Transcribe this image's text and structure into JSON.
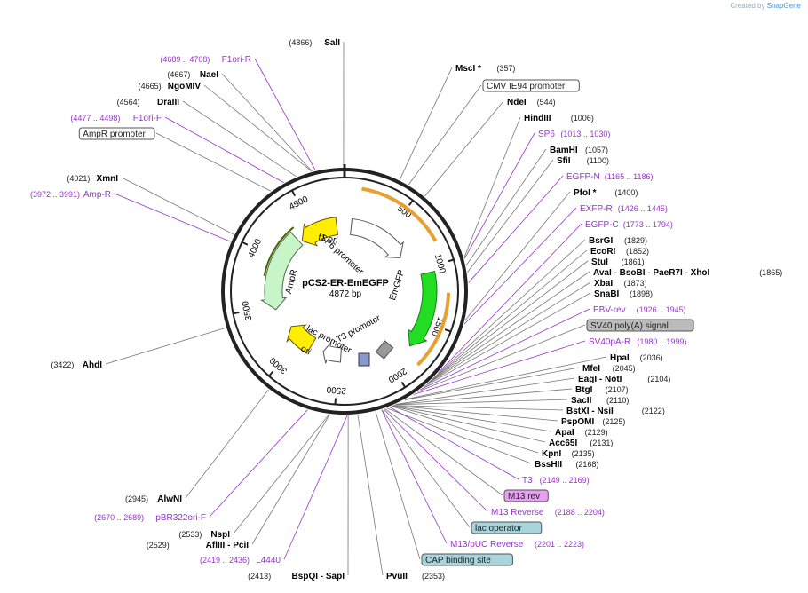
{
  "credit": {
    "prefix": "Created by",
    "brand": "SnapGene"
  },
  "plasmid": {
    "name": "pCS2-ER-EmEGFP",
    "size": "4872 bp"
  },
  "ruler": [
    "500",
    "1000",
    "1500",
    "2000",
    "2500",
    "3000",
    "3500",
    "4000",
    "4500"
  ],
  "features": [
    {
      "label": "SP6 promoter",
      "color": "#ffffff"
    },
    {
      "label": "EmGFP",
      "color": "#22dd22"
    },
    {
      "label": "T3 promoter",
      "color": "#ffffff"
    },
    {
      "label": "lac promoter",
      "color": "#ffffff"
    },
    {
      "label": "ori",
      "color": "#ffee00"
    },
    {
      "label": "AmpR",
      "color": "#c8f5c8"
    },
    {
      "label": "f1 ori",
      "color": "#ffee00"
    }
  ],
  "right_labels": [
    {
      "text": "MscI *",
      "pos": "(357)",
      "kind": "site"
    },
    {
      "text": "CMV IE94 promoter",
      "kind": "box"
    },
    {
      "text": "NdeI",
      "pos": "(544)",
      "kind": "site"
    },
    {
      "text": "HindIII",
      "pos": "(1006)",
      "kind": "site"
    },
    {
      "text": "SP6",
      "pos": "(1013 .. 1030)",
      "kind": "primer"
    },
    {
      "text": "BamHI",
      "pos": "(1057)",
      "kind": "site"
    },
    {
      "text": "SfiI",
      "pos": "(1100)",
      "kind": "site"
    },
    {
      "text": "EGFP-N",
      "pos": "(1165 .. 1186)",
      "kind": "primer"
    },
    {
      "text": "PfoI *",
      "pos": "(1400)",
      "kind": "site"
    },
    {
      "text": "EXFP-R",
      "pos": "(1426 .. 1445)",
      "kind": "primer"
    },
    {
      "text": "EGFP-C",
      "pos": "(1773 .. 1794)",
      "kind": "primer"
    },
    {
      "text": "BsrGI",
      "pos": "(1829)",
      "kind": "site"
    },
    {
      "text": "EcoRI",
      "pos": "(1852)",
      "kind": "site"
    },
    {
      "text": "StuI",
      "pos": "(1861)",
      "kind": "site"
    },
    {
      "text": "AvaI - BsoBI - PaeR7I - XhoI",
      "pos": "(1865)",
      "kind": "site"
    },
    {
      "text": "XbaI",
      "pos": "(1873)",
      "kind": "site"
    },
    {
      "text": "SnaBI",
      "pos": "(1898)",
      "kind": "site"
    },
    {
      "text": "EBV-rev",
      "pos": "(1926 .. 1945)",
      "kind": "primer"
    },
    {
      "text": "SV40 poly(A) signal",
      "kind": "graybox"
    },
    {
      "text": "SV40pA-R",
      "pos": "(1980 .. 1999)",
      "kind": "primer"
    },
    {
      "text": "HpaI",
      "pos": "(2036)",
      "kind": "site"
    },
    {
      "text": "MfeI",
      "pos": "(2045)",
      "kind": "site"
    },
    {
      "text": "EagI - NotI",
      "pos": "(2104)",
      "kind": "site"
    },
    {
      "text": "BtgI",
      "pos": "(2107)",
      "kind": "site"
    },
    {
      "text": "SacII",
      "pos": "(2110)",
      "kind": "site"
    },
    {
      "text": "BstXI - NsiI",
      "pos": "(2122)",
      "kind": "site"
    },
    {
      "text": "PspOMI",
      "pos": "(2125)",
      "kind": "site"
    },
    {
      "text": "ApaI",
      "pos": "(2129)",
      "kind": "site"
    },
    {
      "text": "Acc65I",
      "pos": "(2131)",
      "kind": "site"
    },
    {
      "text": "KpnI",
      "pos": "(2135)",
      "kind": "site"
    },
    {
      "text": "BssHII",
      "pos": "(2168)",
      "kind": "site"
    },
    {
      "text": "T3",
      "pos": "(2149 .. 2169)",
      "kind": "primer"
    },
    {
      "text": "M13 rev",
      "kind": "pinkbox"
    },
    {
      "text": "M13 Reverse",
      "pos": "(2188 .. 2204)",
      "kind": "primer"
    },
    {
      "text": "lac operator",
      "kind": "tealbox"
    },
    {
      "text": "M13/pUC Reverse",
      "pos": "(2201 .. 2223)",
      "kind": "primer"
    },
    {
      "text": "CAP binding site",
      "kind": "tealbox"
    },
    {
      "text": "PvuII",
      "pos": "(2353)",
      "kind": "site"
    }
  ],
  "left_labels": [
    {
      "text": "SalI",
      "pos": "(4866)",
      "kind": "site"
    },
    {
      "text": "F1ori-R",
      "pos": "(4689 .. 4708)",
      "kind": "primer"
    },
    {
      "text": "NaeI",
      "pos": "(4667)",
      "kind": "site"
    },
    {
      "text": "NgoMIV",
      "pos": "(4665)",
      "kind": "site"
    },
    {
      "text": "DraIII",
      "pos": "(4564)",
      "kind": "site"
    },
    {
      "text": "F1ori-F",
      "pos": "(4477 .. 4498)",
      "kind": "primer"
    },
    {
      "text": "AmpR promoter",
      "kind": "box"
    },
    {
      "text": "XmnI",
      "pos": "(4021)",
      "kind": "site"
    },
    {
      "text": "Amp-R",
      "pos": "(3972 .. 3991)",
      "kind": "primer"
    },
    {
      "text": "AhdI",
      "pos": "(3422)",
      "kind": "site"
    },
    {
      "text": "AlwNI",
      "pos": "(2945)",
      "kind": "site"
    },
    {
      "text": "pBR322ori-F",
      "pos": "(2670 .. 2689)",
      "kind": "primer"
    },
    {
      "text": "NspI",
      "pos": "(2533)",
      "kind": "site"
    },
    {
      "text": "AflIII - PciI",
      "pos": "(2529)",
      "kind": "site"
    },
    {
      "text": "L4440",
      "pos": "(2419 .. 2436)",
      "kind": "primer"
    },
    {
      "text": "BspQI - SapI",
      "pos": "(2413)",
      "kind": "site"
    }
  ],
  "colors": {
    "primer": "#9933cc",
    "site": "#000000",
    "pos": "#222222",
    "ring": "#222222",
    "orf": "#e8a030"
  }
}
